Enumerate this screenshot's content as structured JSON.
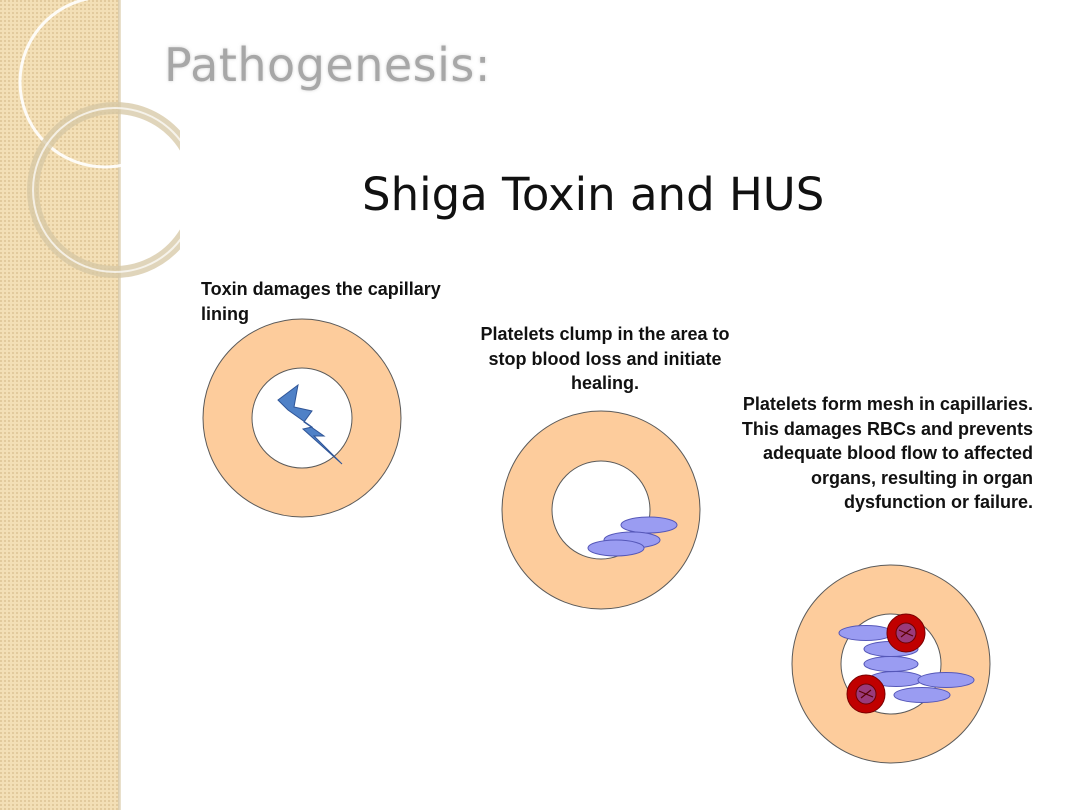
{
  "slide": {
    "title": "Pathogenesis:",
    "heading": "Shiga Toxin and HUS"
  },
  "stages": [
    {
      "caption": "Toxin damages the capillary lining",
      "icons": [
        "capillary-cross-section",
        "lightning-bolt-icon"
      ]
    },
    {
      "caption": "Platelets clump in the area to stop blood loss and initiate healing.",
      "icons": [
        "capillary-cross-section",
        "platelet"
      ]
    },
    {
      "caption": "Platelets form mesh in capillaries. This damages RBCs and prevents adequate blood flow to affected organs, resulting in organ dysfunction or failure.",
      "icons": [
        "capillary-cross-section",
        "platelet",
        "red-blood-cell"
      ]
    }
  ],
  "colors": {
    "vessel_wall": "#fdcc9c",
    "vessel_outline": "#5a5a5a",
    "lumen": "#ffffff",
    "toxin_bolt": "#4f81c7",
    "platelet": "#9a9cf2",
    "red_blood_cell": "#c00000",
    "sidebar": "#f3dfb6"
  }
}
